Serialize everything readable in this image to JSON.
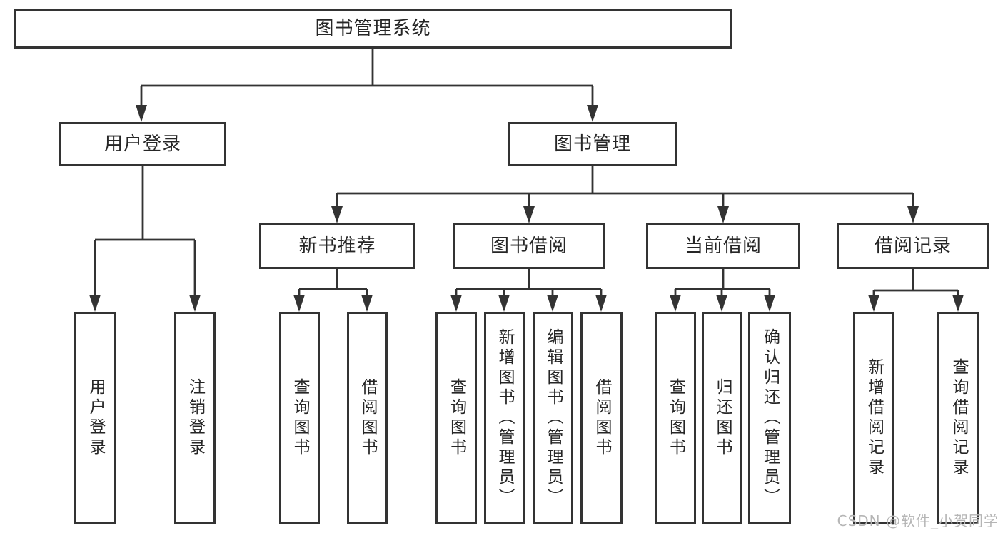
{
  "diagram": {
    "nodes": [
      {
        "id": "library-system",
        "label": "图书管理系统",
        "level": 1,
        "parent": null
      },
      {
        "id": "user-login",
        "label": "用户登录",
        "level": 2,
        "parent": "library-system"
      },
      {
        "id": "book-management",
        "label": "图书管理",
        "level": 2,
        "parent": "library-system"
      },
      {
        "id": "new-book-recommendation",
        "label": "新书推荐",
        "level": 3,
        "parent": "book-management"
      },
      {
        "id": "book-borrowing",
        "label": "图书借阅",
        "level": 3,
        "parent": "book-management"
      },
      {
        "id": "current-borrowing",
        "label": "当前借阅",
        "level": 3,
        "parent": "book-management"
      },
      {
        "id": "borrowing-records",
        "label": "借阅记录",
        "level": 3,
        "parent": "book-management"
      },
      {
        "id": "user-login-action",
        "label": "用户登录",
        "level": 4,
        "parent": "user-login"
      },
      {
        "id": "logout-action",
        "label": "注销登录",
        "level": 4,
        "parent": "user-login"
      },
      {
        "id": "query-books-1",
        "label": "查询图书",
        "level": 4,
        "parent": "new-book-recommendation"
      },
      {
        "id": "borrow-books-1",
        "label": "借阅图书",
        "level": 4,
        "parent": "new-book-recommendation"
      },
      {
        "id": "query-books-2",
        "label": "查询图书",
        "level": 4,
        "parent": "book-borrowing"
      },
      {
        "id": "add-books-admin",
        "label": "新增图书（管理员）",
        "level": 4,
        "parent": "book-borrowing"
      },
      {
        "id": "edit-books-admin",
        "label": "编辑图书（管理员）",
        "level": 4,
        "parent": "book-borrowing"
      },
      {
        "id": "borrow-books-2",
        "label": "借阅图书",
        "level": 4,
        "parent": "book-borrowing"
      },
      {
        "id": "query-books-3",
        "label": "查询图书",
        "level": 4,
        "parent": "current-borrowing"
      },
      {
        "id": "return-books",
        "label": "归还图书",
        "level": 4,
        "parent": "current-borrowing"
      },
      {
        "id": "confirm-return-admin",
        "label": "确认归还（管理员）",
        "level": 4,
        "parent": "current-borrowing"
      },
      {
        "id": "add-borrow-record",
        "label": "新增借阅记录",
        "level": 4,
        "parent": "borrowing-records"
      },
      {
        "id": "query-borrow-record",
        "label": "查询借阅记录",
        "level": 4,
        "parent": "borrowing-records"
      }
    ]
  },
  "watermark": {
    "text": "CSDN @软件_小贺同学"
  },
  "colors": {
    "line": "#333333",
    "text": "#262626",
    "background": "#ffffff",
    "watermark": "#b5b5b5"
  }
}
